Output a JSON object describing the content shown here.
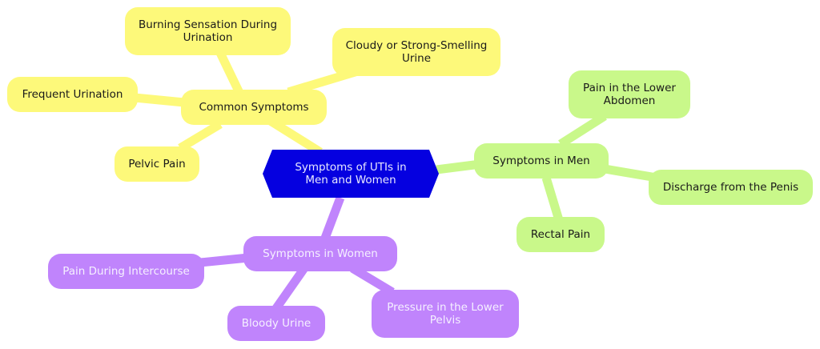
{
  "root": {
    "label": "Symptoms of UTIs in Men and Women",
    "color": "#0500e0"
  },
  "branches": [
    {
      "label": "Common Symptoms",
      "color": "#fdf97a",
      "children": [
        {
          "label": "Burning Sensation During Urination"
        },
        {
          "label": "Cloudy or Strong-Smelling Urine"
        },
        {
          "label": "Frequent Urination"
        },
        {
          "label": "Pelvic Pain"
        }
      ]
    },
    {
      "label": "Symptoms in Men",
      "color": "#c9f88a",
      "children": [
        {
          "label": "Pain in the Lower Abdomen"
        },
        {
          "label": "Discharge from the Penis"
        },
        {
          "label": "Rectal Pain"
        }
      ]
    },
    {
      "label": "Symptoms in Women",
      "color": "#c084fc",
      "children": [
        {
          "label": "Pain During Intercourse"
        },
        {
          "label": "Bloody Urine"
        },
        {
          "label": "Pressure in the Lower Pelvis"
        }
      ]
    }
  ]
}
